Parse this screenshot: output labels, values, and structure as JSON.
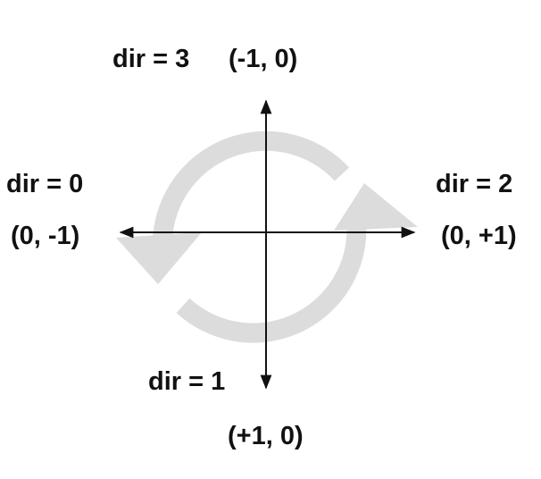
{
  "directions": {
    "up": {
      "dir_label": "dir = 3",
      "vector_label": "(-1, 0)"
    },
    "left": {
      "dir_label": "dir = 0",
      "vector_label": "(0, -1)"
    },
    "right": {
      "dir_label": "dir = 2",
      "vector_label": "(0, +1)"
    },
    "down": {
      "dir_label": "dir = 1",
      "vector_label": "(+1, 0)"
    }
  },
  "colors": {
    "axis": "#111111",
    "rotation_arrow": "#dcdcdc",
    "text": "#111111"
  },
  "icons": {
    "rotation": "circular-arrows-icon"
  }
}
